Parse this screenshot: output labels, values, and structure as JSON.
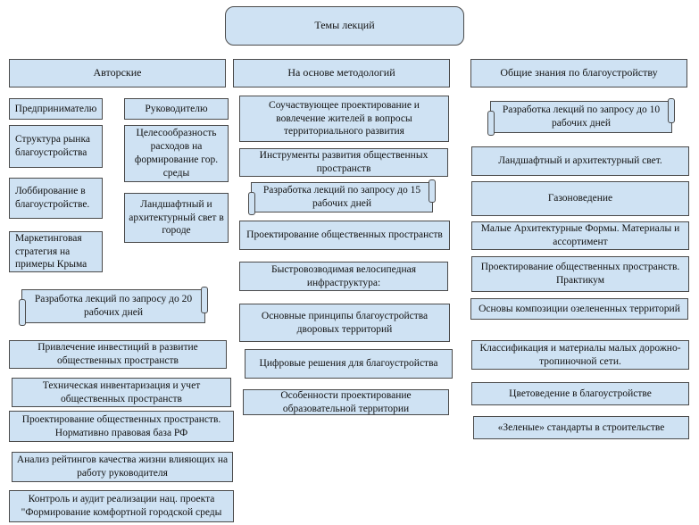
{
  "root": "Темы лекций",
  "columns": {
    "left": {
      "header": "Авторские",
      "sub_a": "Предпринимателю",
      "sub_b": "Руководителю",
      "items_a": [
        "Структура рынка благоустройства",
        "Лоббирование в благоустройстве.",
        "Маркетинговая стратегия на примеры Крыма"
      ],
      "items_b": [
        "Целесообразность расходов на формирование гор. среды",
        "Ландшафтный и архитектурный свет в городе"
      ],
      "scroll": "Разработка лекций по запросу до 20 рабочих дней",
      "items": [
        "Привлечение инвестиций в развитие общественных пространств",
        "Техническая инвентаризация и учет общественных пространств",
        "Проектирование общественных пространств. Нормативно правовая база РФ",
        "Анализ рейтингов качества жизни влияющих на работу руководителя",
        "Контроль и аудит реализации нац. проекта \"Формирование комфортной городской среды"
      ]
    },
    "middle": {
      "header": "На основе методологий",
      "items": [
        "Соучаствующее проектирование и вовлечение жителей в вопросы территориального развития",
        "Инструменты развития общественных пространств",
        "Разработка лекций по запросу до 15 рабочих дней",
        "Проектирование общественных пространств",
        "Быстровозводимая велосипедная инфраструктура:",
        "Основные принципы благоустройства дворовых территорий",
        "Цифровые решения для благоустройства",
        "Особенности проектирование образовательной территории"
      ]
    },
    "right": {
      "header": "Общие знания по благоустройству",
      "items": [
        "Разработка лекций по запросу до 10  рабочих дней",
        "Ландшафтный и архитектурный свет.",
        "Газоноведение",
        "Малые Архитектурные Формы. Материалы и ассортимент",
        "Проектирование общественных пространств.  Практикум",
        "Основы композиции озелененных территорий",
        "Классификация и материалы малых дорожно-тропиночной сети.",
        "Цветоведение в благоустройстве",
        "«Зеленые» стандарты в строительстве"
      ]
    }
  }
}
